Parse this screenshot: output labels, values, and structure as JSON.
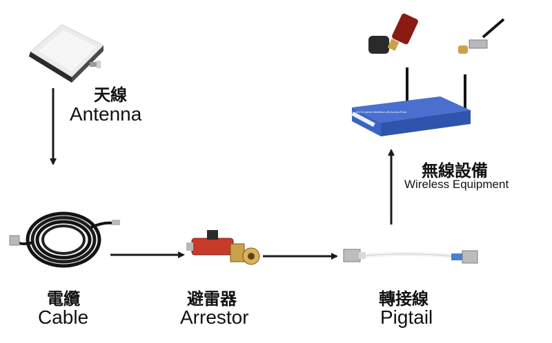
{
  "nodes": {
    "antenna": {
      "zh": "天線",
      "en": "Antenna"
    },
    "cable": {
      "zh": "電纜",
      "en": "Cable"
    },
    "arrestor": {
      "zh": "避雷器",
      "en": "Arrestor"
    },
    "pigtail": {
      "zh": "轉接線",
      "en": "Pigtail"
    },
    "wireless": {
      "zh": "無線設備",
      "en": "Wireless Equipment"
    }
  },
  "router_label": "802.11 series Wireless LAN Access Point",
  "colors": {
    "arrow": "#1a1a1a",
    "router_blue": "#3b63c4",
    "cable_black": "#141414",
    "connector_silver": "#b9b9b9",
    "arrestor_red": "#c83a2a",
    "pigtail_white": "#f2f2f2"
  }
}
